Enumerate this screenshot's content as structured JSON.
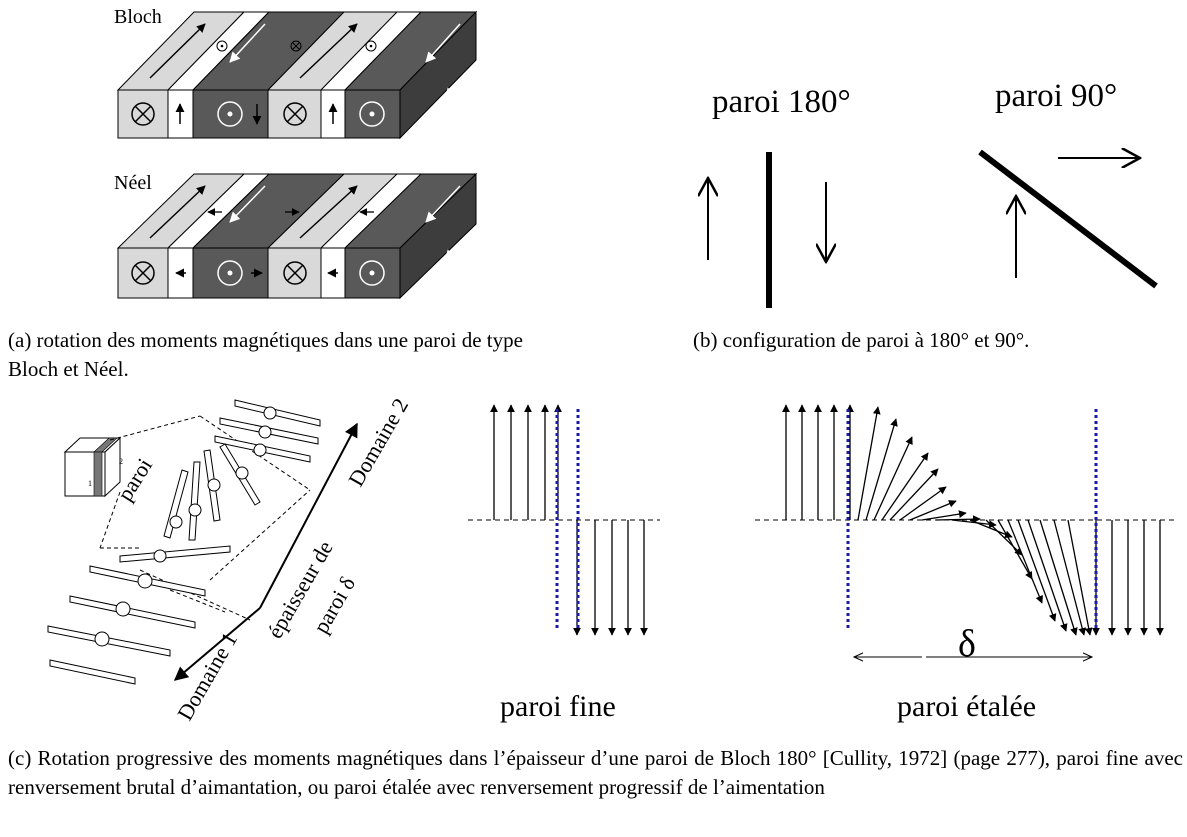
{
  "panel_a": {
    "label_bloch": "Bloch",
    "label_neel": "Néel",
    "caption": "(a) rotation des moments magnétiques dans une paroi de type Bloch et Néel."
  },
  "panel_b": {
    "label_180": "paroi 180°",
    "label_90": "paroi 90°",
    "caption": "(b) configuration de paroi à 180° et 90°."
  },
  "panel_c": {
    "label_paroi": "paroi",
    "label_domaine1": "Domaine 1",
    "label_domaine2": "Domaine 2",
    "label_epaisseur": "épaisseur de",
    "label_paroi_delta": "paroi δ",
    "cube_label_1": "1",
    "cube_label_2": "2",
    "label_fine": "paroi fine",
    "label_etalee": "paroi étalée",
    "delta_symbol": "δ",
    "caption": "(c) Rotation progressive des moments magnétiques dans l’épaisseur d’une paroi de Bloch 180° [Cullity, 1972] (page 277), paroi fine avec renversement brutal d’aimantation, ou paroi étalée avec renversement progressif de l’aimentation"
  },
  "colors": {
    "light_domain": "#d9d9d9",
    "dark_domain": "#595959",
    "darker_side": "#3d3d3d",
    "guide_line": "#1a1aa8"
  }
}
